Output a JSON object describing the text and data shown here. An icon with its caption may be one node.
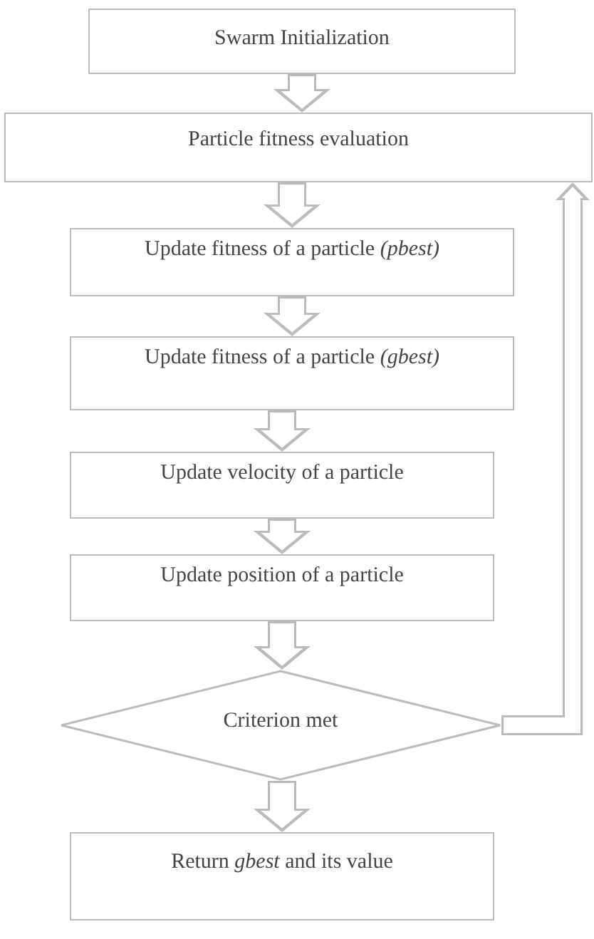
{
  "diagram": {
    "nodes": [
      {
        "text": [
          "Swarm Initialization"
        ]
      },
      {
        "text": [
          "Particle fitness evaluation"
        ]
      },
      {
        "text": [
          "Update fitness of a particle *(pbest)*"
        ]
      },
      {
        "text": [
          "Update fitness of a particle *(gbest)*"
        ]
      },
      {
        "text": [
          "Update velocity of a particle"
        ]
      },
      {
        "text": [
          "Update position of a particle"
        ]
      },
      {
        "text": [
          "Criterion met"
        ]
      },
      {
        "text": [
          "Return *gbest* and its value"
        ]
      }
    ],
    "edges": [
      {
        "from": 0,
        "to": 1,
        "arrow": "to"
      },
      {
        "from": 1,
        "to": 2,
        "arrow": "to"
      },
      {
        "from": 2,
        "to": 3,
        "arrow": "to"
      },
      {
        "from": 3,
        "to": 4,
        "arrow": "to"
      },
      {
        "from": 4,
        "to": 5,
        "arrow": "to"
      },
      {
        "from": 5,
        "to": 6,
        "arrow": "to"
      },
      {
        "from": 6,
        "to": 7,
        "arrow": "to"
      },
      {
        "from": 6,
        "to": 1,
        "arrow": "to"
      }
    ]
  }
}
